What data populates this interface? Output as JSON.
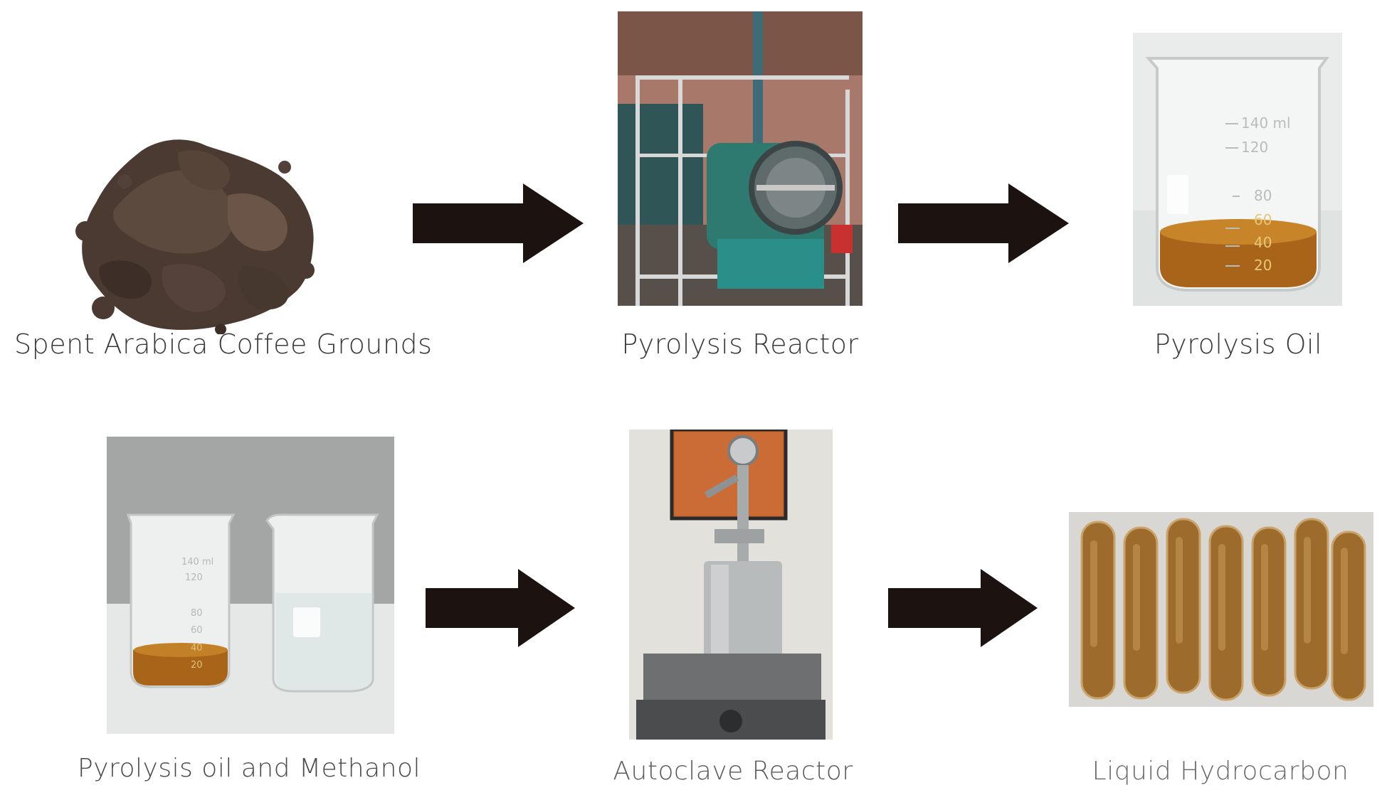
{
  "steps": [
    {
      "label": "Spent Arabica Coffee Grounds",
      "image": "coffee-grounds-photo"
    },
    {
      "label": "Pyrolysis Reactor",
      "image": "pyrolysis-reactor-photo"
    },
    {
      "label": "Pyrolysis Oil",
      "image": "pyrolysis-oil-beaker-photo"
    },
    {
      "label": "Pyrolysis oil and Methanol",
      "image": "oil-and-methanol-beakers-photo"
    },
    {
      "label": "Autoclave Reactor",
      "image": "autoclave-reactor-photo"
    },
    {
      "label": "Liquid Hydrocarbon",
      "image": "liquid-hydrocarbon-tubes-photo"
    }
  ],
  "beaker_marks": {
    "large": [
      "140 ml",
      "120",
      "80",
      "60",
      "40",
      "20"
    ],
    "small": [
      "140 ml",
      "120",
      "80",
      "60",
      "40",
      "20"
    ]
  },
  "colors": {
    "arrow": "#1c1310",
    "caption_top": "#3a3a3a",
    "caption_bottom": "#4a4a4a",
    "oil": "#a8651a",
    "coffee": "#4a3a30"
  }
}
